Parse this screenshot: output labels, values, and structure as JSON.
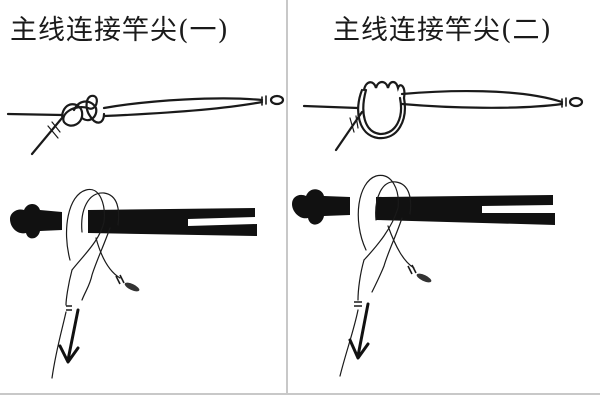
{
  "panels": [
    {
      "title": "主线连接竿尖(一)",
      "top_figure": "line-knot-loop-diagram",
      "bottom_figure": "rod-tip-attachment-diagram"
    },
    {
      "title": "主线连接竿尖(二)",
      "top_figure": "line-multi-wrap-knot-diagram",
      "bottom_figure": "rod-tip-attachment-diagram"
    }
  ],
  "colors": {
    "ink": "#1a1a1a",
    "divider": "#c8c8c8",
    "background": "#ffffff"
  }
}
